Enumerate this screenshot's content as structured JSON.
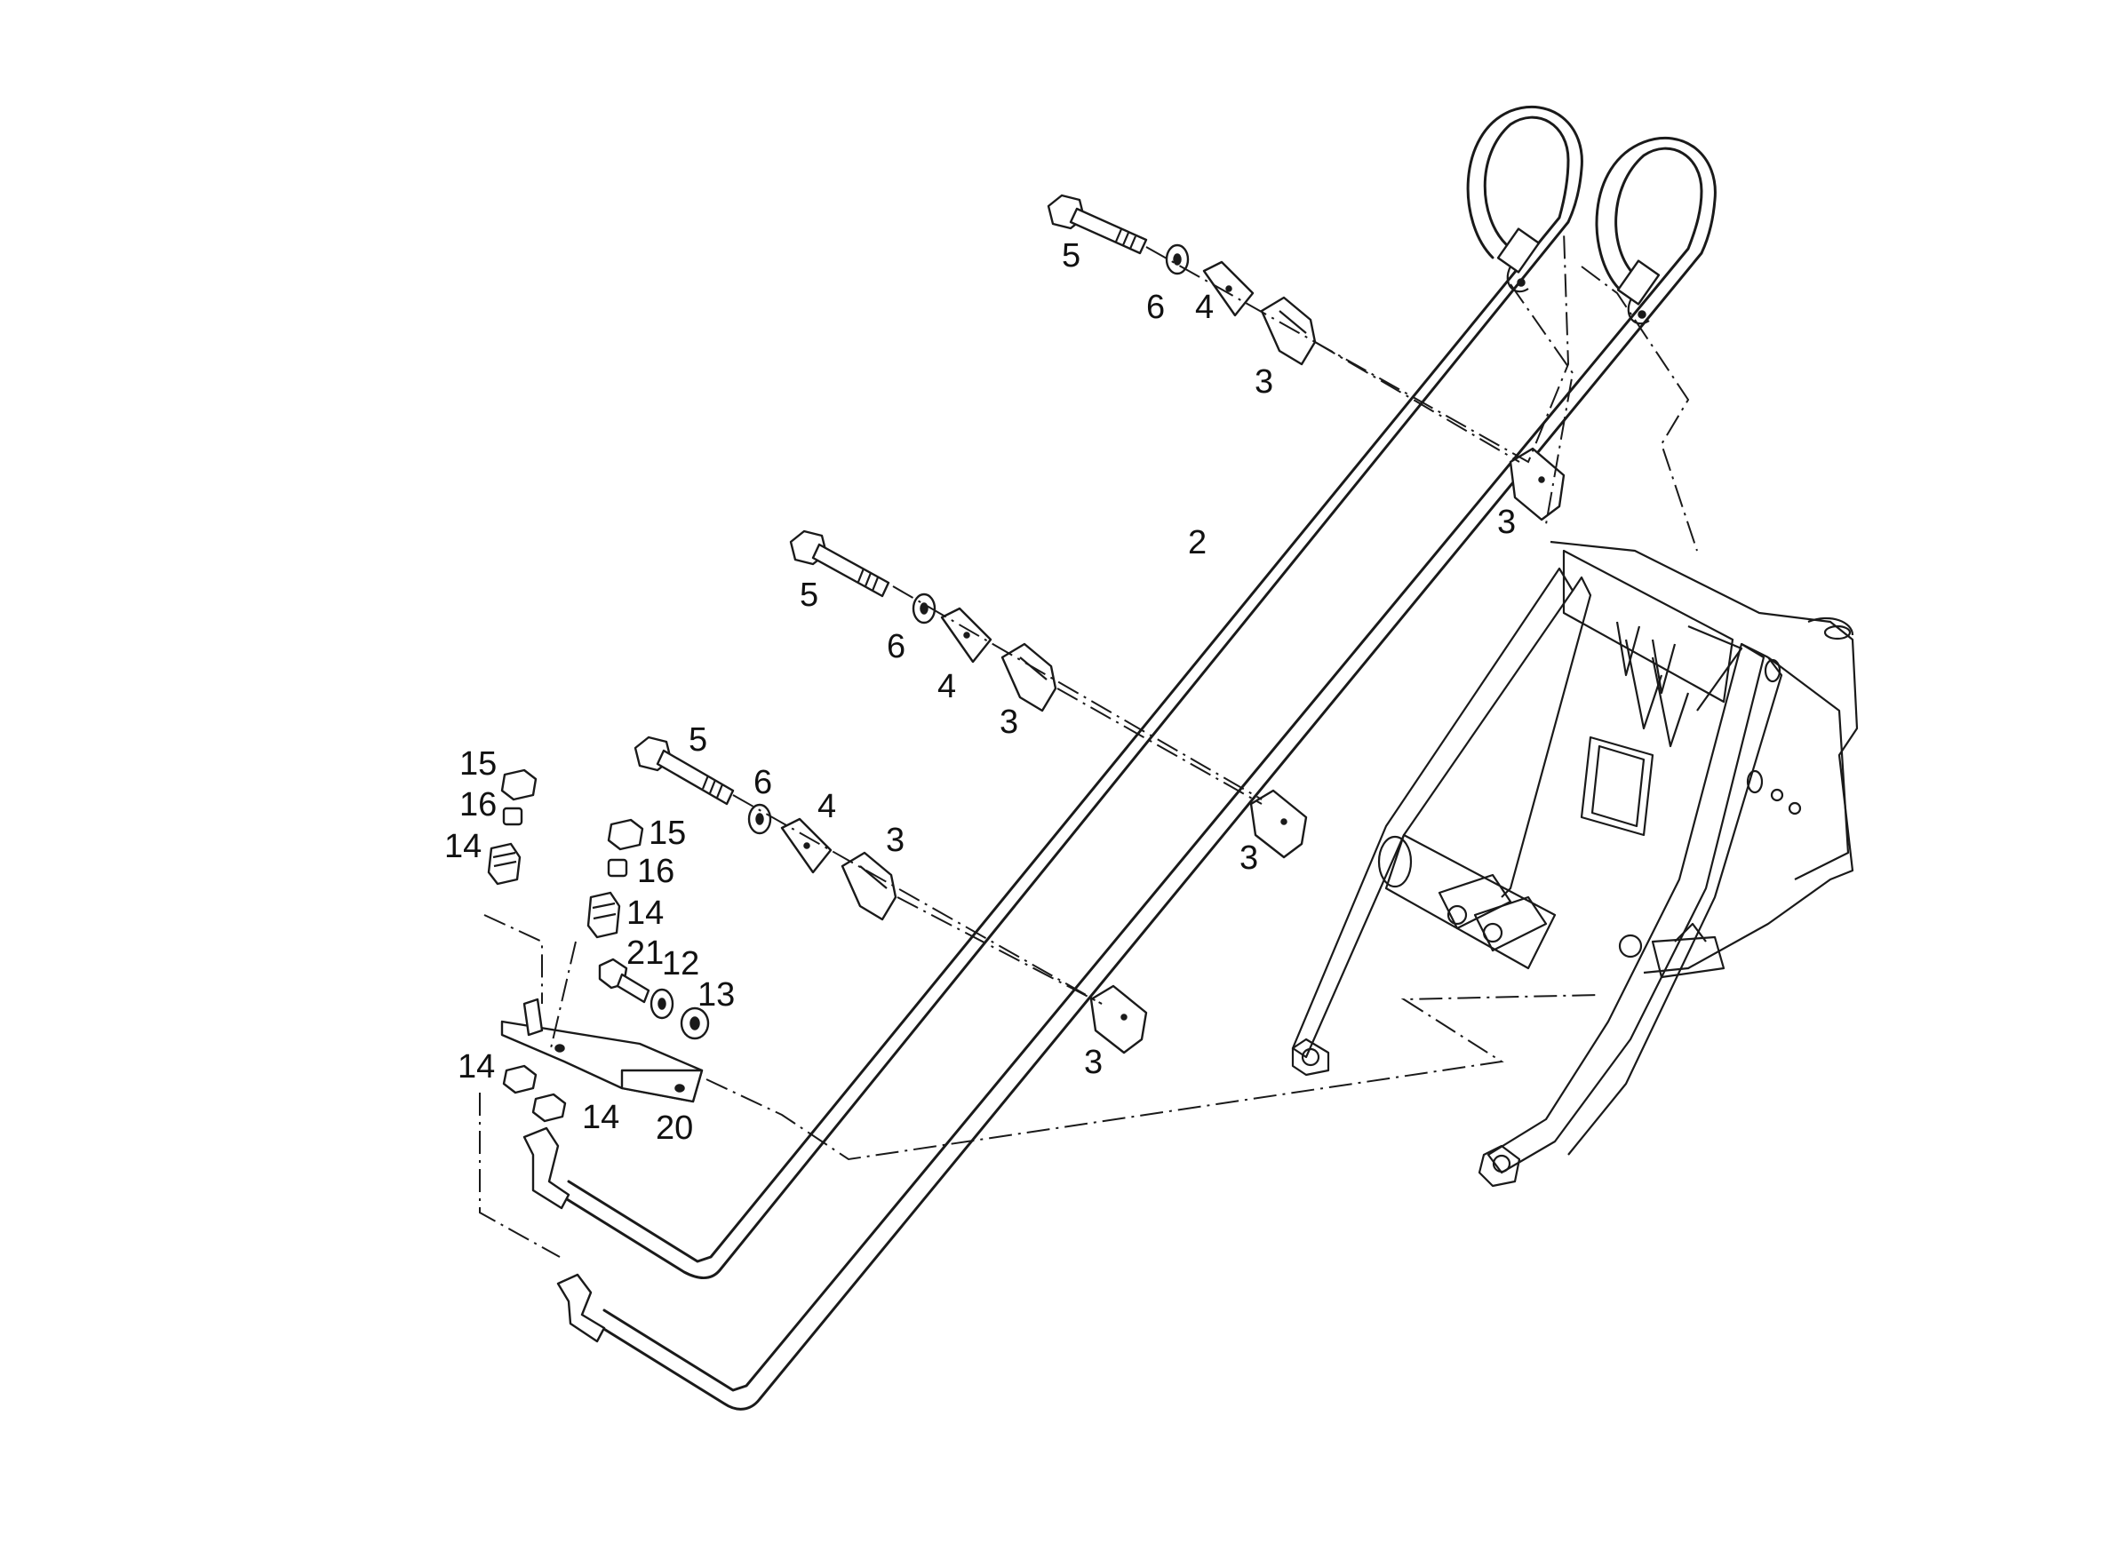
{
  "callouts": {
    "part_2": "2",
    "part_3": "3",
    "part_4": "4",
    "part_5": "5",
    "part_6": "6",
    "part_12": "12",
    "part_13": "13",
    "part_14": "14",
    "part_15": "15",
    "part_16": "16",
    "part_20": "20",
    "part_21": "21"
  },
  "colors": {
    "ink": "#1a1a1a",
    "background": "#ffffff"
  }
}
